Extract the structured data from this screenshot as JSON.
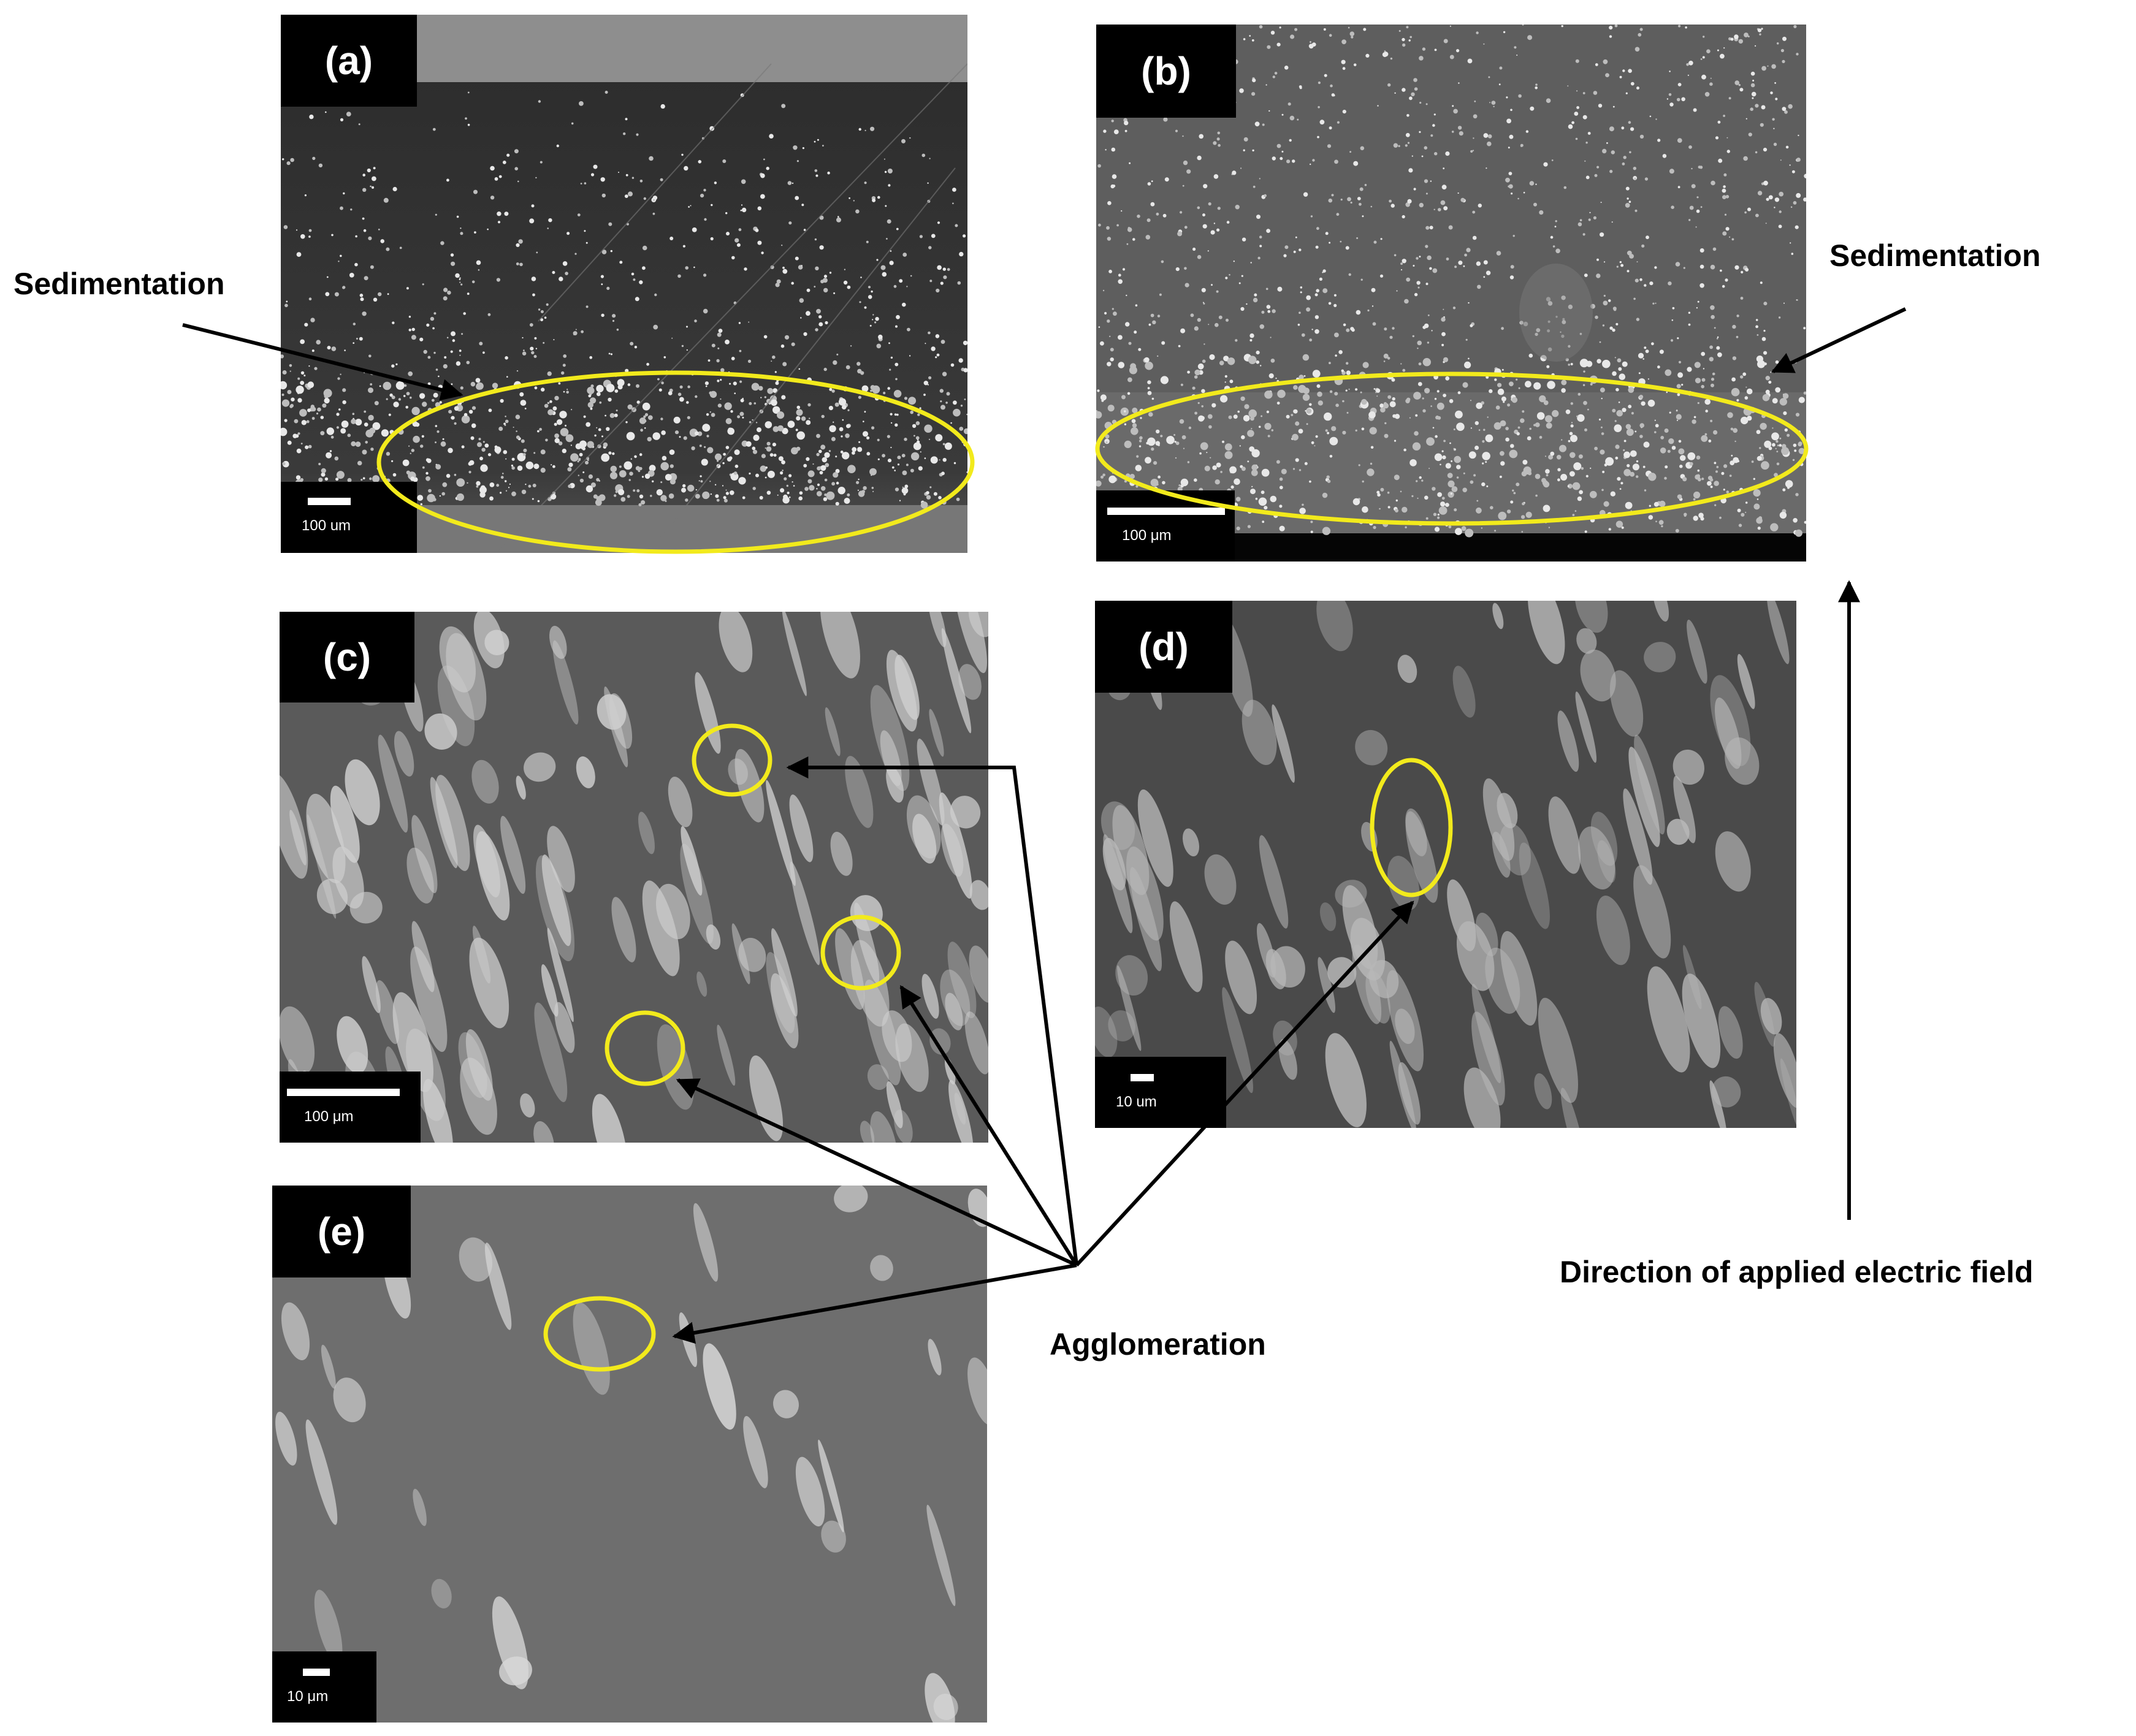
{
  "panels": {
    "a": {
      "label": "(a)",
      "scale": "100 um"
    },
    "b": {
      "label": "(b)",
      "scale": "100 μm"
    },
    "c": {
      "label": "(c)",
      "scale": "100 μm"
    },
    "d": {
      "label": "(d)",
      "scale": "10 um"
    },
    "e": {
      "label": "(e)",
      "scale": "10 μm"
    }
  },
  "annotations": {
    "sedimentation_left": "Sedimentation",
    "sedimentation_right": "Sedimentation",
    "agglomeration": "Agglomeration",
    "field_direction": "Direction of applied electric field"
  },
  "colors": {
    "highlight": "#f2ea1c",
    "arrow": "#000000"
  }
}
